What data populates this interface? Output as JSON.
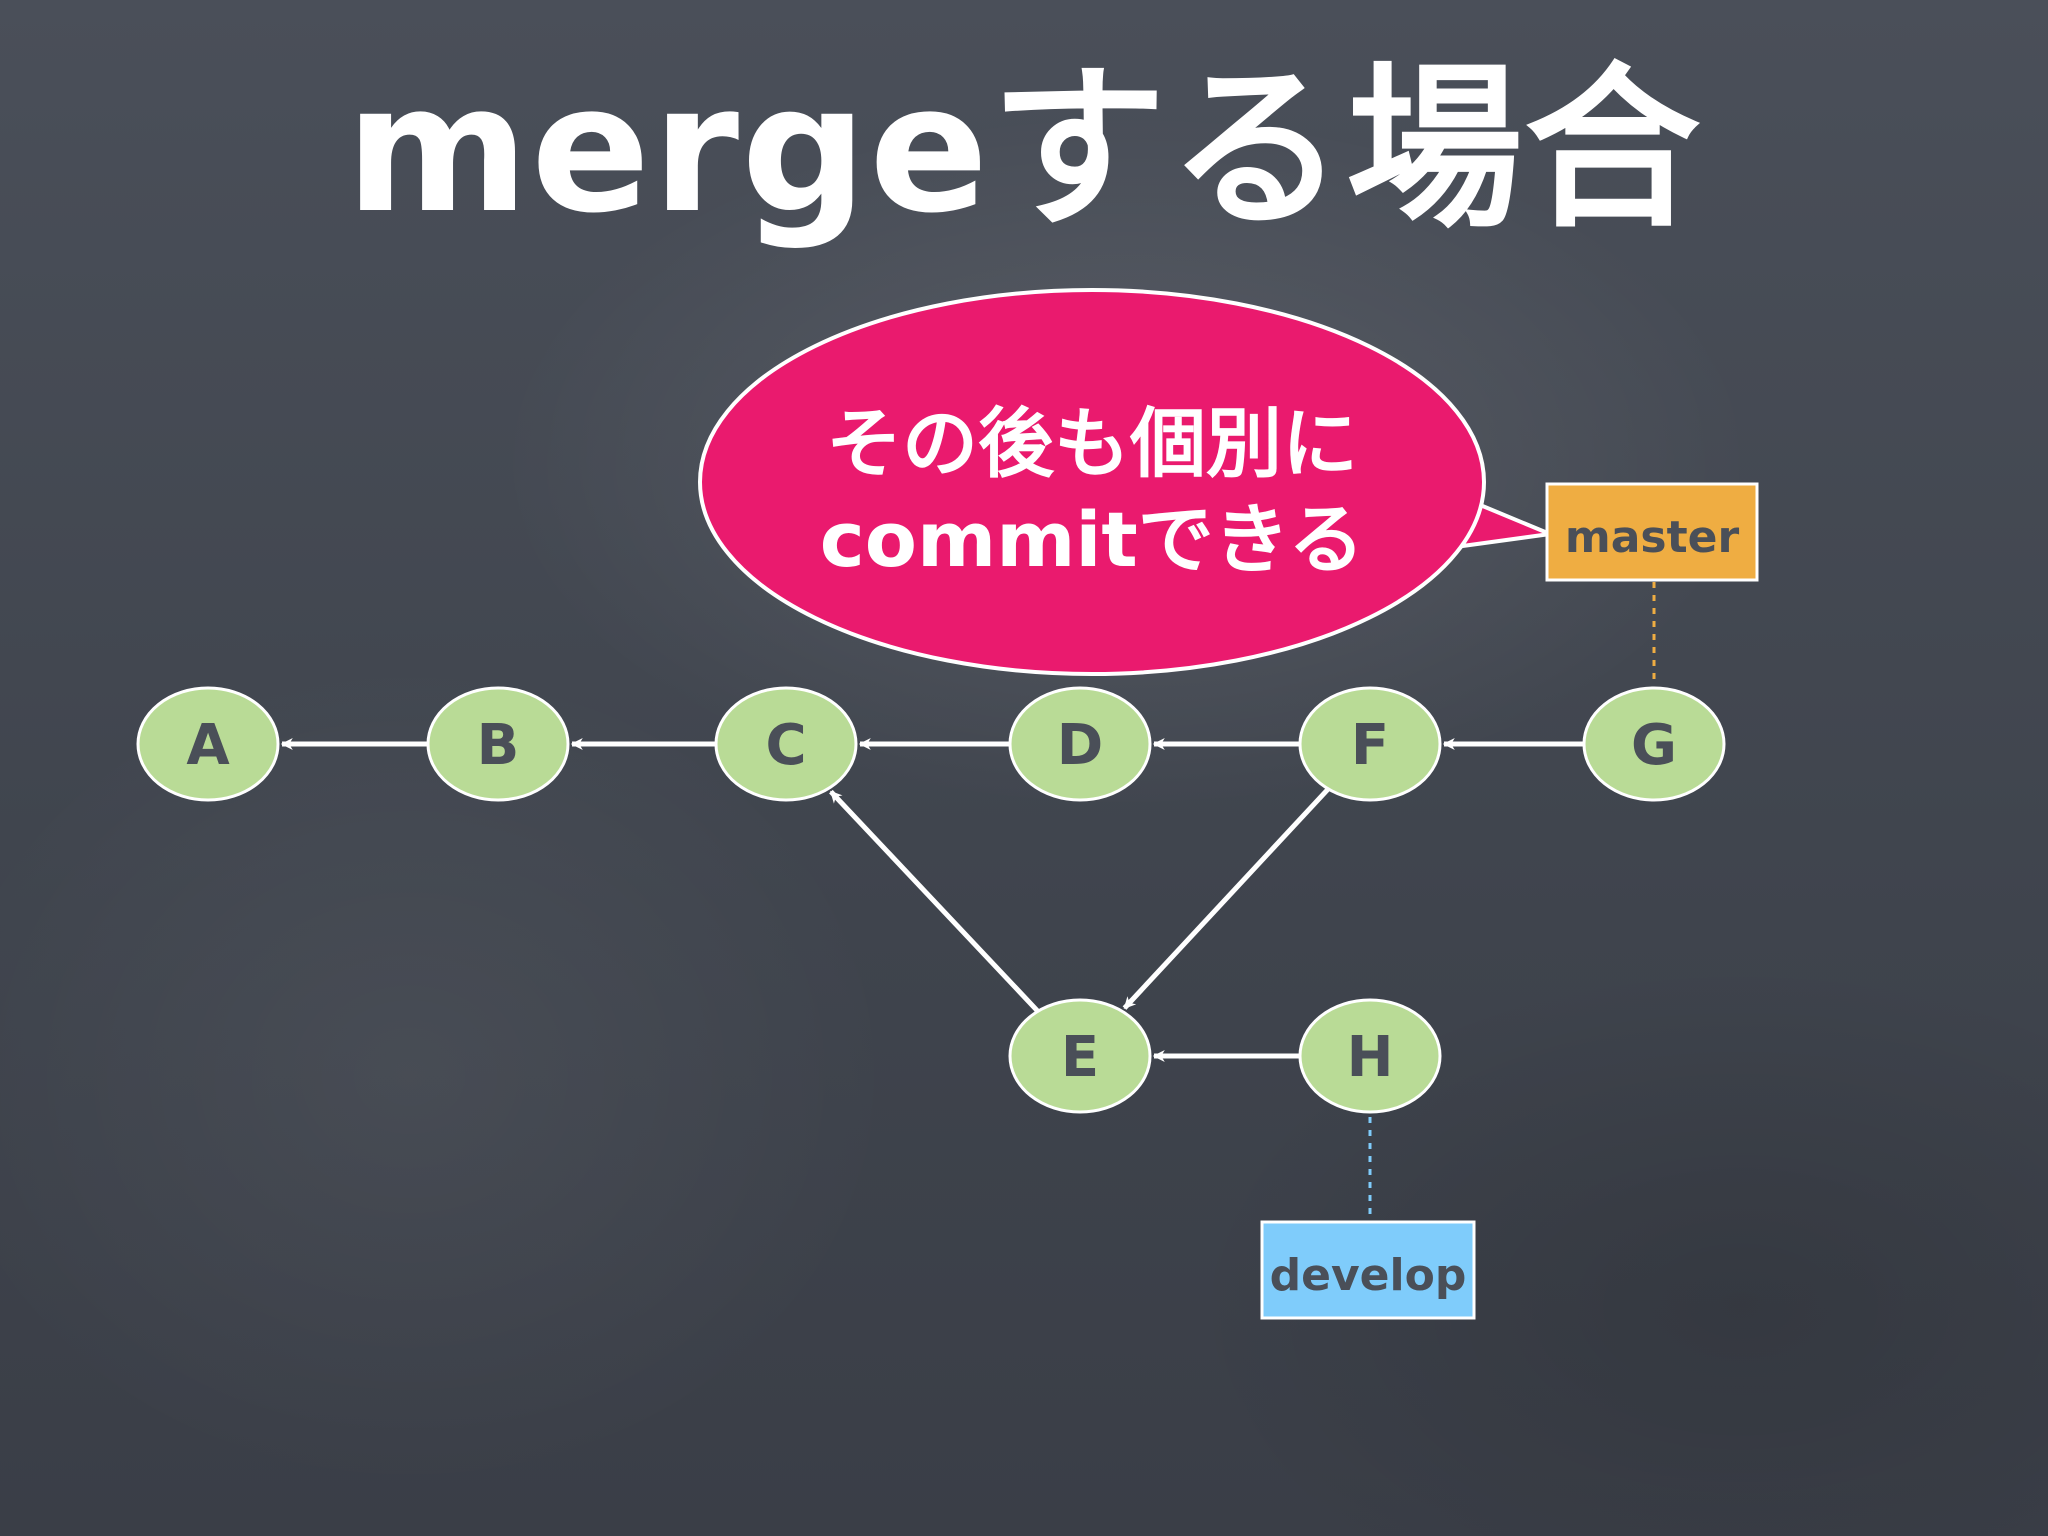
{
  "title": "mergeする場合",
  "callout": {
    "line1": "その後も個別に",
    "line2": "commitできる",
    "color": "#ea1a6e"
  },
  "commits": [
    {
      "id": "A",
      "label": "A"
    },
    {
      "id": "B",
      "label": "B"
    },
    {
      "id": "C",
      "label": "C"
    },
    {
      "id": "D",
      "label": "D"
    },
    {
      "id": "F",
      "label": "F"
    },
    {
      "id": "G",
      "label": "G"
    },
    {
      "id": "E",
      "label": "E"
    },
    {
      "id": "H",
      "label": "H"
    }
  ],
  "edges": [
    {
      "from": "B",
      "to": "A"
    },
    {
      "from": "C",
      "to": "B"
    },
    {
      "from": "D",
      "to": "C"
    },
    {
      "from": "F",
      "to": "D"
    },
    {
      "from": "G",
      "to": "F"
    },
    {
      "from": "E",
      "to": "C"
    },
    {
      "from": "F",
      "to": "E"
    },
    {
      "from": "H",
      "to": "E"
    }
  ],
  "branches": {
    "master": {
      "label": "master",
      "points_to": "G",
      "color": "#efad42"
    },
    "develop": {
      "label": "develop",
      "points_to": "H",
      "color": "#7fccfb"
    }
  },
  "colors": {
    "node_fill": "#b9db96",
    "node_text": "#4a4f58",
    "arrow": "#ffffff",
    "background": "#41464f"
  }
}
